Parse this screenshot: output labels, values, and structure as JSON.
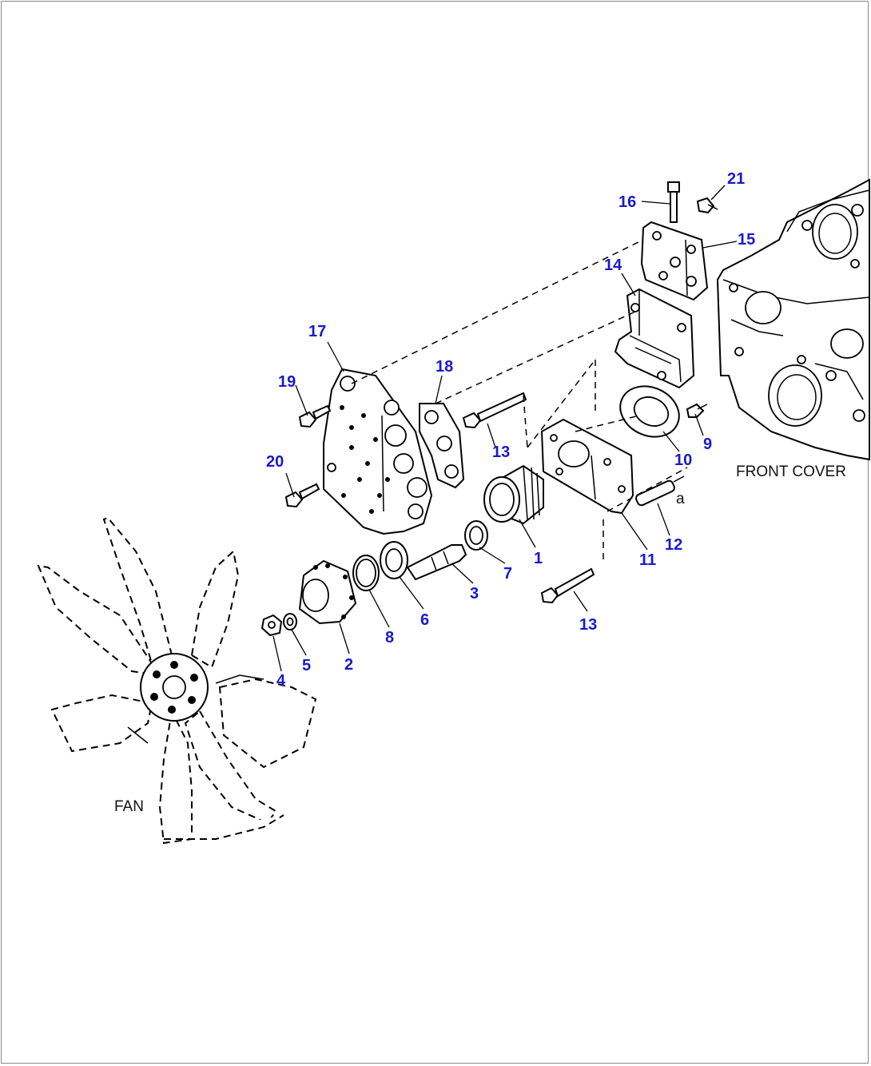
{
  "colors": {
    "callout": "#1a1ac8",
    "line": "#000000",
    "frame": "#8a8a8a"
  },
  "labels": {
    "front_cover": "FRONT COVER",
    "fan": "FAN",
    "small_a": "a"
  },
  "callouts": {
    "p1": "1",
    "p2": "2",
    "p3": "3",
    "p4": "4",
    "p5": "5",
    "p6": "6",
    "p7": "7",
    "p8": "8",
    "p9": "9",
    "p10": "10",
    "p11": "11",
    "p12": "12",
    "p13a": "13",
    "p13b": "13",
    "p14": "14",
    "p15": "15",
    "p16": "16",
    "p17": "17",
    "p18": "18",
    "p19": "19",
    "p20": "20",
    "p21": "21"
  }
}
